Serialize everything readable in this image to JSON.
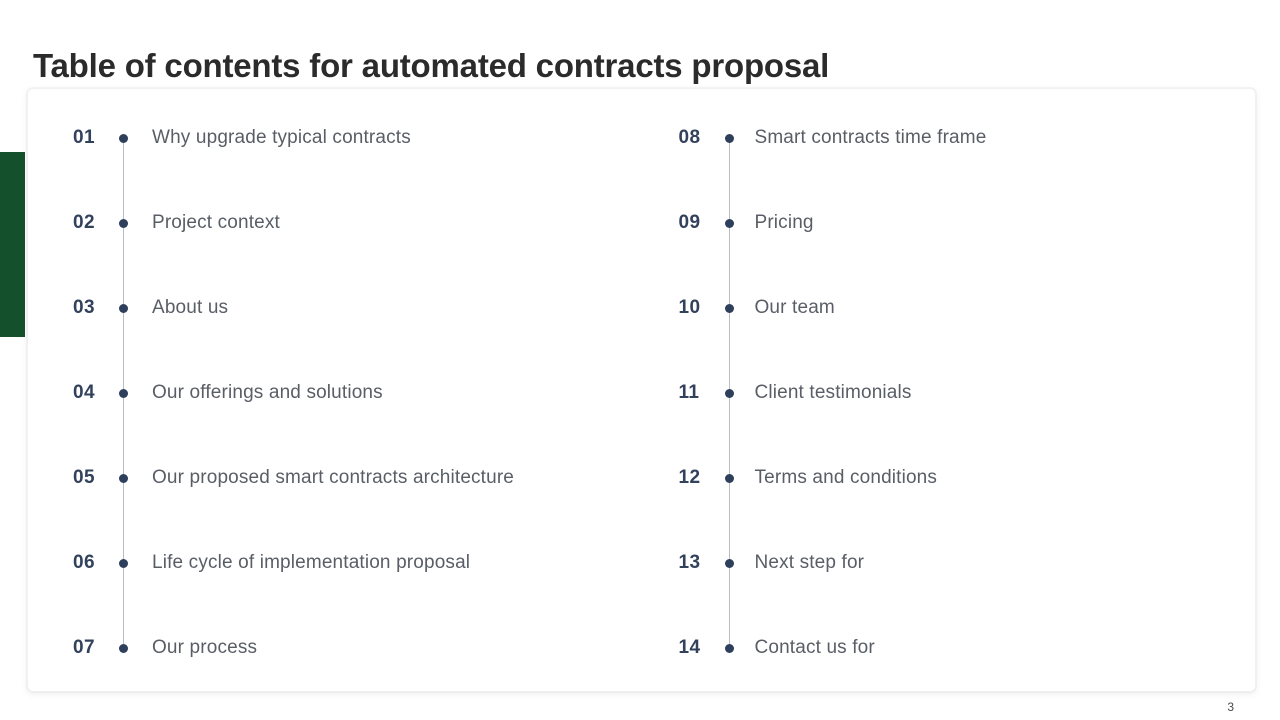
{
  "title": "Table of contents for automated contracts proposal",
  "page_number": "3",
  "colors": {
    "accent_bar": "#14502b",
    "number": "#32415c",
    "dot": "#2e3f5c",
    "label": "#595e66",
    "title": "#2b2b2b",
    "connector_line": "#b9bcc4",
    "card_border": "#f0f1f3",
    "background": "#ffffff"
  },
  "toc": {
    "left_column": [
      {
        "number": "01",
        "label": "Why upgrade typical contracts"
      },
      {
        "number": "02",
        "label": "Project context"
      },
      {
        "number": "03",
        "label": "About us"
      },
      {
        "number": "04",
        "label": "Our offerings and solutions"
      },
      {
        "number": "05",
        "label": "Our proposed smart contracts architecture"
      },
      {
        "number": "06",
        "label": "Life cycle of implementation proposal"
      },
      {
        "number": "07",
        "label": "Our process"
      }
    ],
    "right_column": [
      {
        "number": "08",
        "label": "Smart contracts time frame"
      },
      {
        "number": "09",
        "label": "Pricing"
      },
      {
        "number": "10",
        "label": "Our team"
      },
      {
        "number": "11",
        "label": "Client testimonials"
      },
      {
        "number": "12",
        "label": "Terms and conditions"
      },
      {
        "number": "13",
        "label": "Next step for"
      },
      {
        "number": "14",
        "label": "Contact us for"
      }
    ]
  }
}
